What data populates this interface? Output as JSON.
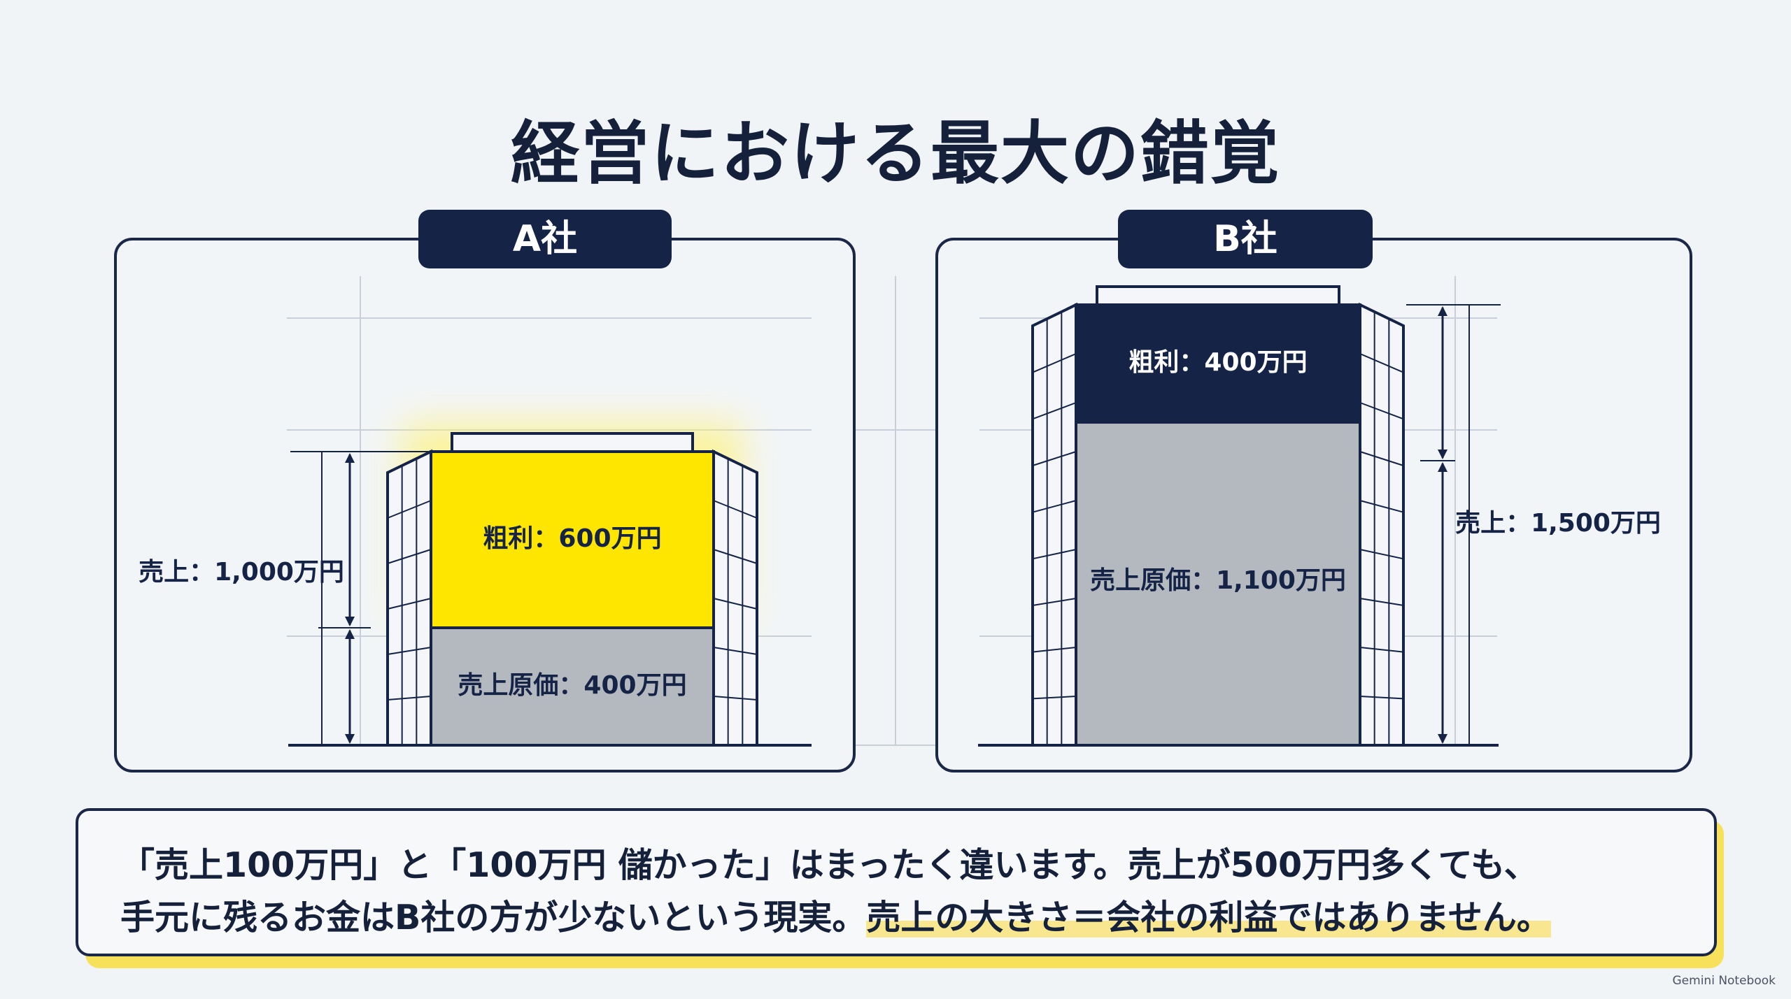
{
  "title": "経営における最大の錯覚",
  "companies": [
    {
      "name": "A社",
      "revenue_label": "売上：1,000万円",
      "gross_profit_label": "粗利：600万円",
      "cogs_label": "売上原価：400万円",
      "revenue": 1000,
      "gross_profit": 600,
      "cogs": 400,
      "profit_color": "#ffe600",
      "cogs_color": "#b4b8bf"
    },
    {
      "name": "B社",
      "revenue_label": "売上：1,500万円",
      "gross_profit_label": "粗利：400万円",
      "cogs_label": "売上原価：1,100万円",
      "revenue": 1500,
      "gross_profit": 400,
      "cogs": 1100,
      "profit_color": "#152347",
      "cogs_color": "#b4b8bf"
    }
  ],
  "message": {
    "line1": "「売上100万円」と「100万円 儲かった」はまったく違います。売上が500万円多くても、",
    "line2_plain": "手元に残るお金はB社の方が少ないという現実。",
    "line2_highlight": "売上の大きさ＝会社の利益ではありません。"
  },
  "watermark": "Gemini Notebook",
  "colors": {
    "navy": "#152347",
    "yellow": "#ffe600",
    "gray": "#b4b8bf",
    "highlight": "#f8e78e",
    "background": "#f1f4f7"
  }
}
